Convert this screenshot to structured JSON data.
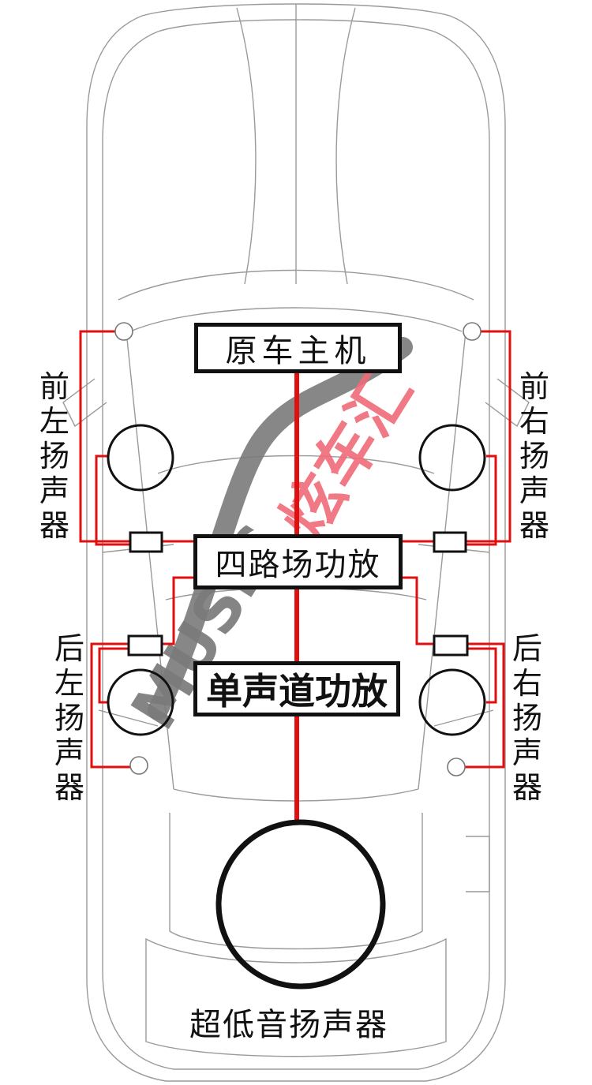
{
  "boxes": {
    "head_unit": "原车主机",
    "four_ch_amp": "四路场功放",
    "mono_amp": "单声道功放"
  },
  "speakers": {
    "front_left": "前左扬声器",
    "front_right": "前右扬声器",
    "rear_left": "后左扬声器",
    "rear_right": "后右扬声器",
    "subwoofer": "超低音扬声器"
  },
  "watermark": {
    "text": "MUSIC炫车汇"
  },
  "colors": {
    "wire": "#e01010",
    "outline": "#111111",
    "car_line": "#9a9a9a",
    "watermark_gray": "#7a7a7a",
    "watermark_pink": "#f06a78"
  }
}
